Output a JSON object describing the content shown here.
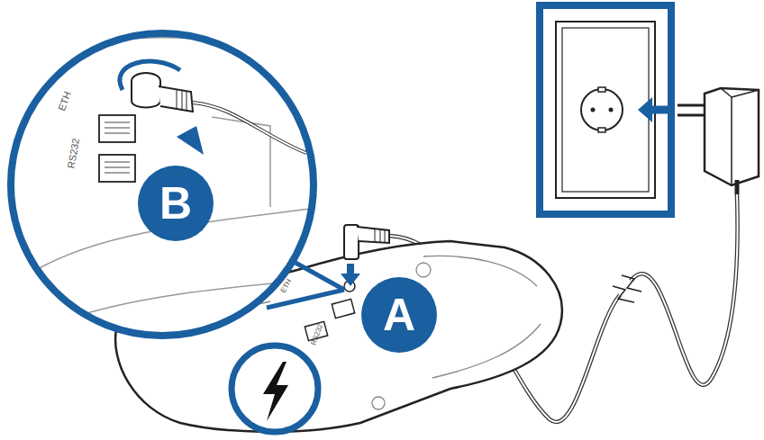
{
  "diagram": {
    "nodes": [
      {
        "text": [
          "B"
        ]
      },
      {
        "text": [
          "A"
        ]
      }
    ],
    "labels": [
      "ETH",
      "RS232",
      "ETH",
      "RS232"
    ]
  }
}
